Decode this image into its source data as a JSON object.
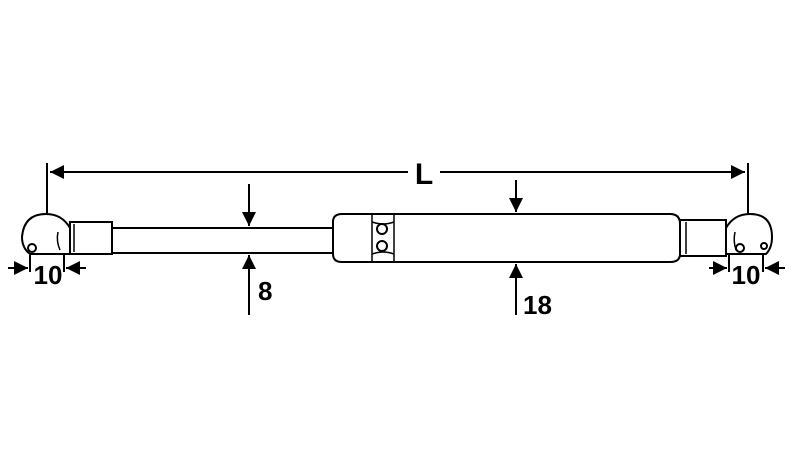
{
  "drawing": {
    "subject": "gas spring",
    "dimensions": {
      "overall_length": "L",
      "rod_diameter": "8",
      "body_diameter": "18",
      "left_end_fitting": "10",
      "right_end_fitting": "10"
    }
  }
}
